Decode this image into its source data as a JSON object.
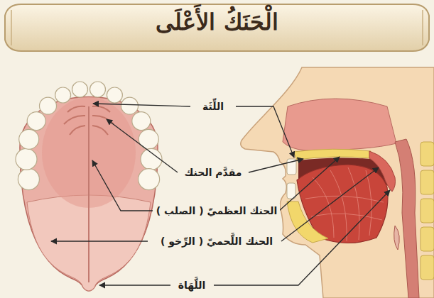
{
  "diagram": {
    "title": "الْحَنَكُ الأَعْلَى",
    "labels": [
      "اللِّثَة",
      "مقدَّم الحنك",
      "الحنك العظميّ ( الصلب )",
      "الحنك اللَّحميّ ( الرِّخو )",
      "اللَّهَاة"
    ]
  }
}
